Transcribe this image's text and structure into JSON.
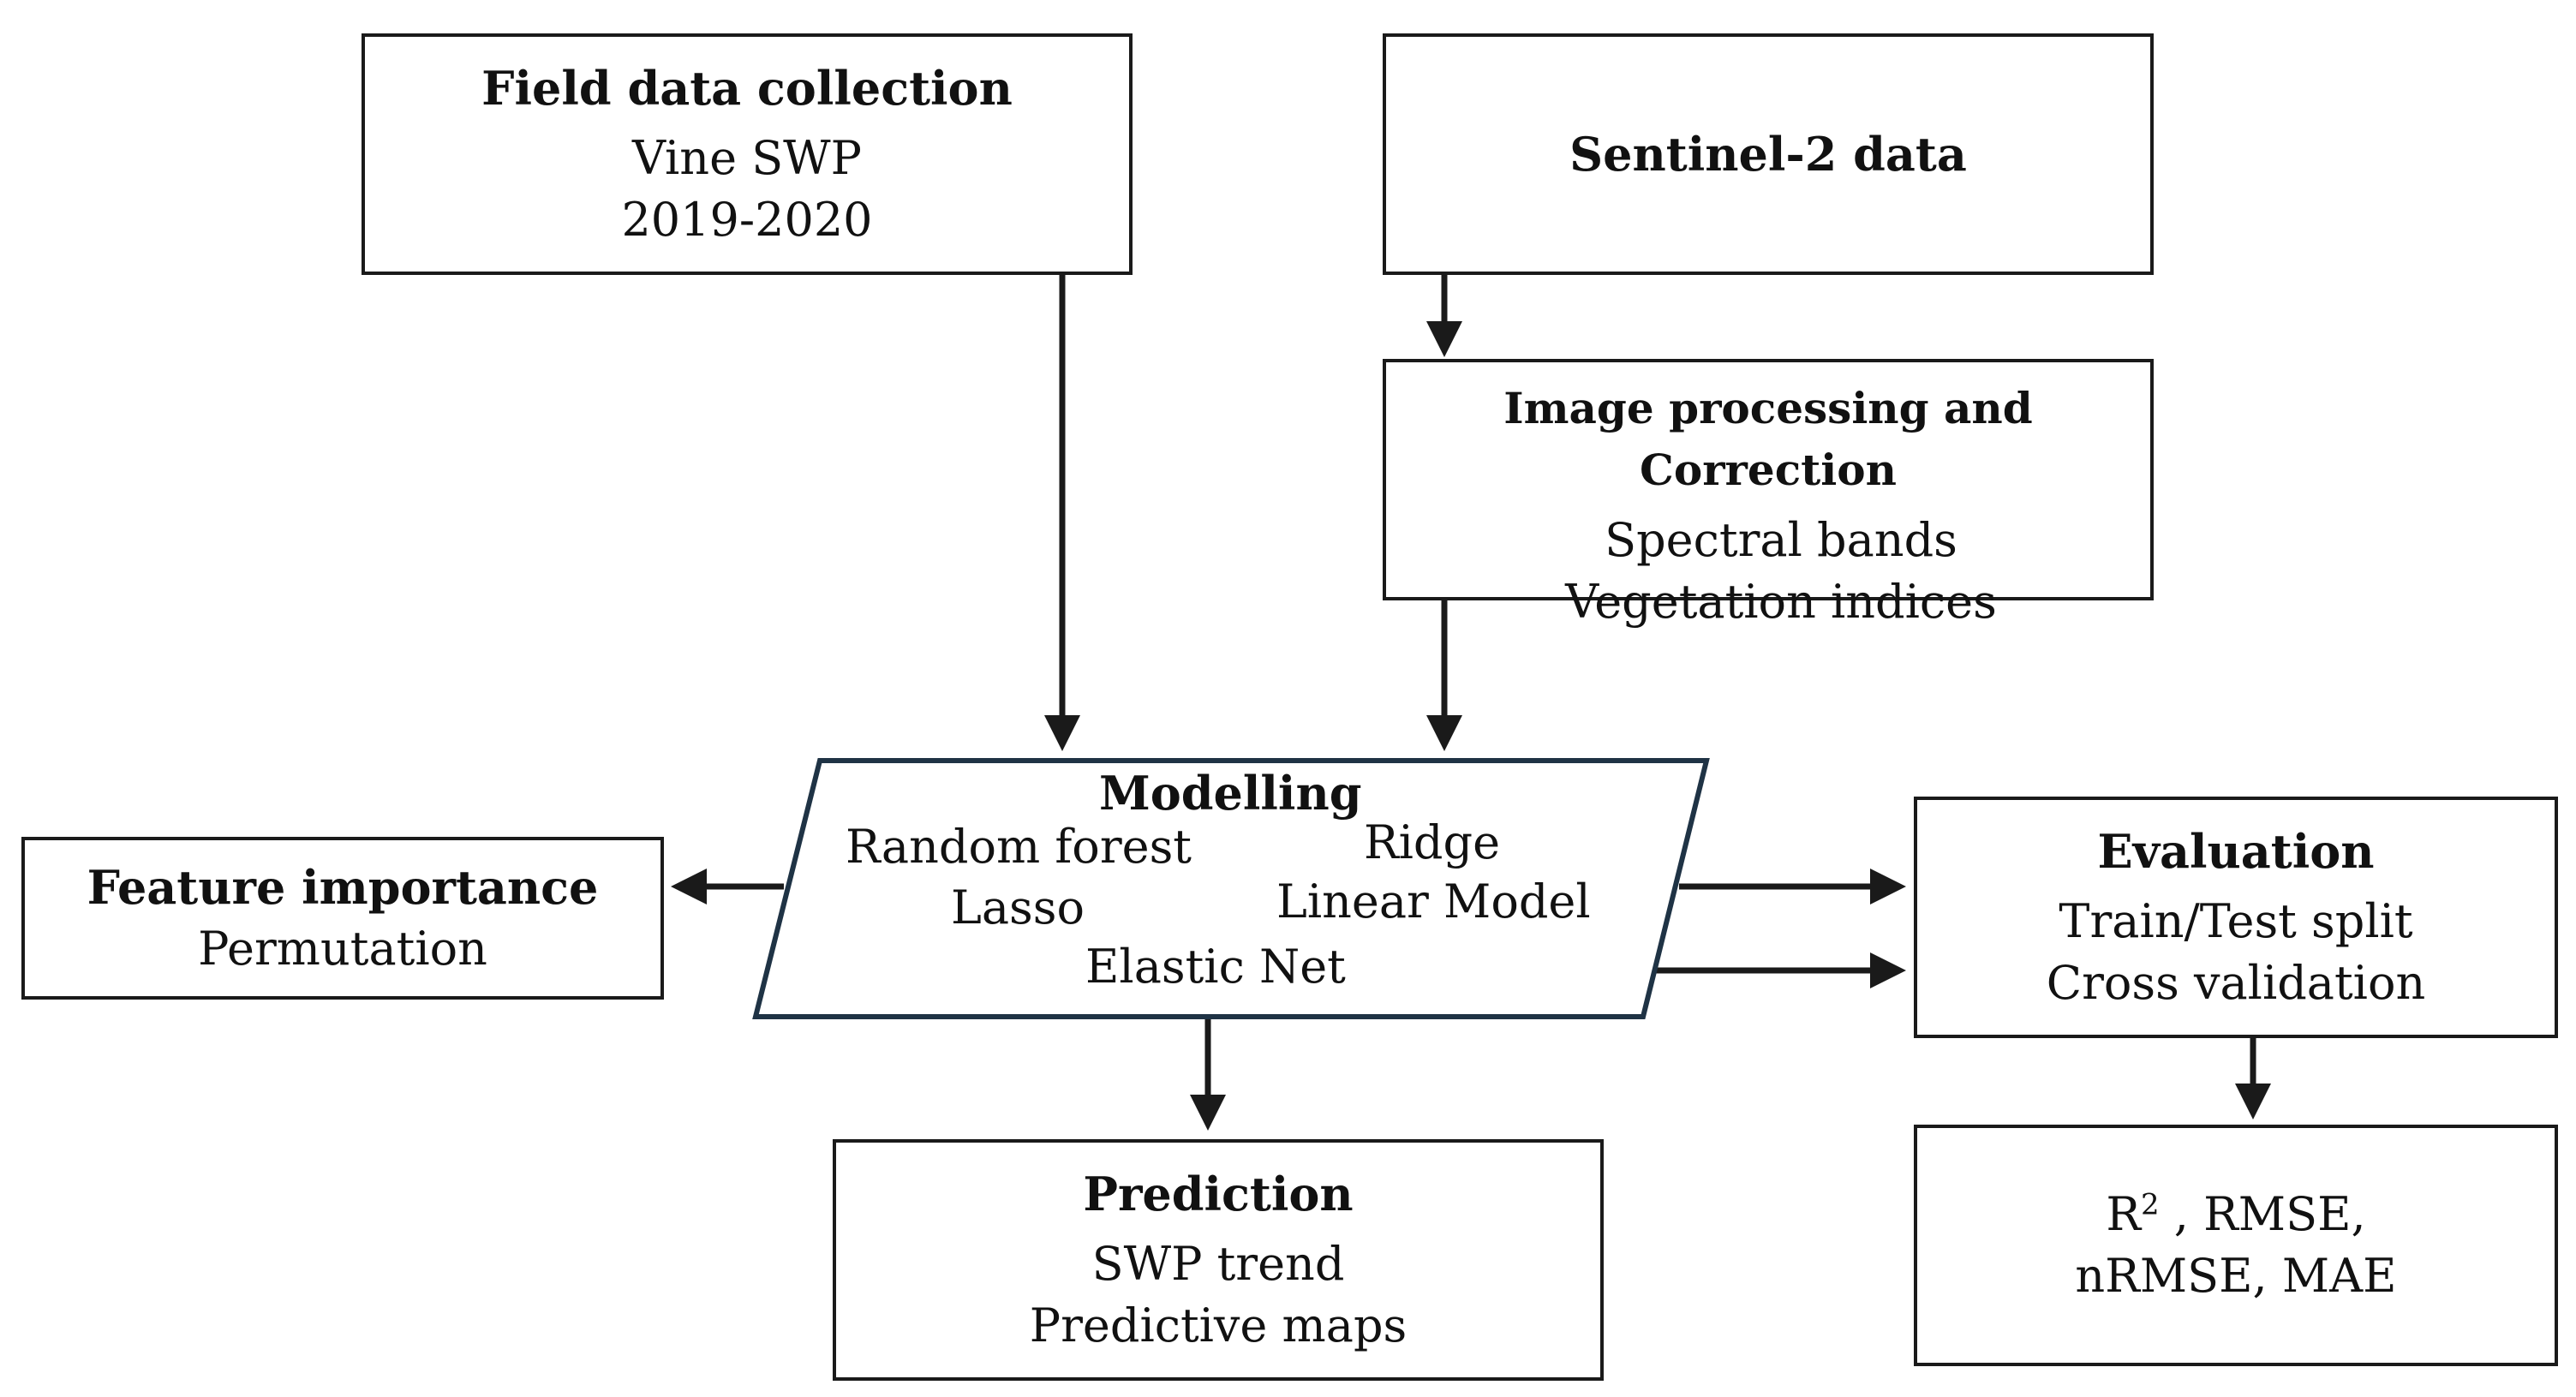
{
  "nodes": {
    "field_data": {
      "title": "Field data collection",
      "lines": [
        "Vine SWP",
        "2019-2020"
      ]
    },
    "sentinel": {
      "title": "Sentinel-2 data"
    },
    "image_processing": {
      "title": "Image processing and Correction",
      "lines": [
        "Spectral bands",
        "Vegetation indices"
      ]
    },
    "modelling": {
      "title": "Modelling",
      "methods": [
        "Random forest",
        "Ridge",
        "Lasso",
        "Linear Model",
        "Elastic Net"
      ]
    },
    "feature_importance": {
      "title": "Feature importance",
      "lines": [
        "Permutation"
      ]
    },
    "evaluation": {
      "title": "Evaluation",
      "lines": [
        "Train/Test split",
        "Cross validation"
      ]
    },
    "prediction": {
      "title": "Prediction",
      "lines": [
        "SWP trend",
        "Predictive maps"
      ]
    },
    "metrics": {
      "r_base": "R",
      "r_sup": "2",
      "line1_rest": " , RMSE,",
      "line2": "nRMSE, MAE"
    }
  },
  "colors": {
    "stroke": "#1a1a1a",
    "modelling_border": "#1f3345",
    "text": "#111111",
    "background": "#ffffff"
  }
}
